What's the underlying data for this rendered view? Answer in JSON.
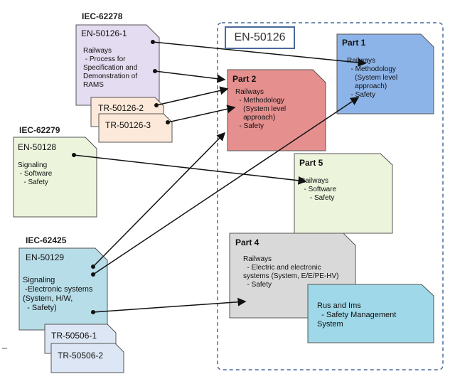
{
  "frame": {
    "title": "EN-50126"
  },
  "standards": {
    "iec62278": "IEC-62278",
    "iec62279": "IEC-62279",
    "iec62425": "IEC-62425"
  },
  "docs": {
    "en50126_1": {
      "title": "EN-50126-1",
      "body": "Railways\n - Process for\nSpecification and\nDemonstration of\nRAMS"
    },
    "tr50126_2": {
      "title": "TR-50126-2"
    },
    "tr50126_3": {
      "title": "TR-50126-3"
    },
    "en50128": {
      "title": "EN-50128",
      "body": "Signaling\n - Software\n   - Safety"
    },
    "en50129": {
      "title": "EN-50129",
      "body": "Signaling\n -Electronic systems\n(System, H/W,\n  - Safety)"
    },
    "tr50506_1": {
      "title": "TR-50506-1"
    },
    "tr50506_2": {
      "title": "TR-50506-2"
    }
  },
  "parts": {
    "part1": {
      "title": "Part 1",
      "body": "Railways\n  - Methodology\n    (System level\n    approach)\n  - Safety"
    },
    "part2": {
      "title": "Part 2",
      "body": "Railways\n  - Methodology\n    (System level\n    approach)\n  - Safety"
    },
    "part5": {
      "title": "Part 5",
      "body": "Railways\n  - Software\n     - Safety"
    },
    "part4": {
      "title": "Part 4",
      "body": "Railways\n  - Electric and electronic\nsystems (System, E/E/PE-HV)\n  - Safety"
    },
    "rus": {
      "body": "Rus and Ims\n  - Safety Management\nSystem"
    }
  },
  "colors": {
    "part1": "#8db4e8",
    "part2": "#e58f8f",
    "part5": "#ecf4dc",
    "part4": "#d9d9d9",
    "rus": "#9fd8e8",
    "en50126_1": "#e4dcf0",
    "tr50126": "#fde9d9",
    "en50128": "#ecf4dc",
    "en50129": "#b7dde8",
    "tr50506": "#dce6f4"
  }
}
